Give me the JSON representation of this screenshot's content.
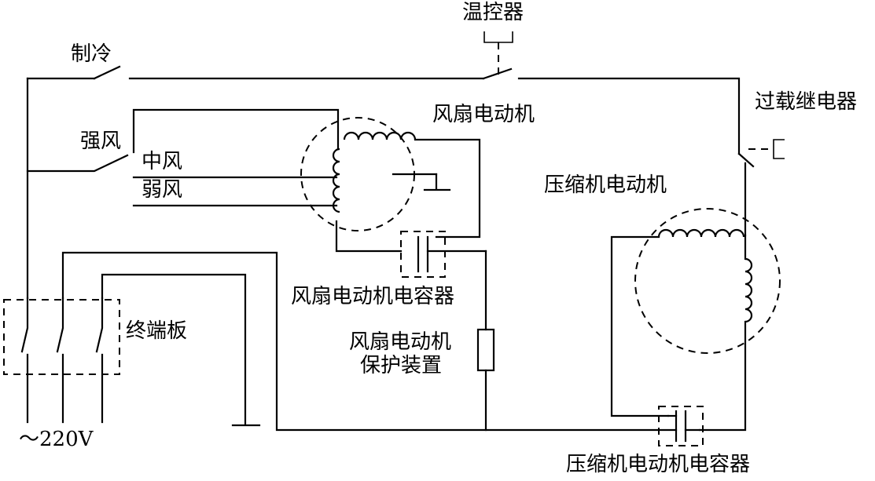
{
  "labels": {
    "cooling": "制冷",
    "thermostat": "温控器",
    "overload_relay": "过载继电器",
    "fan_motor": "风扇电动机",
    "high_speed": "强风",
    "medium_speed": "中风",
    "low_speed": "弱风",
    "compressor_motor": "压缩机电动机",
    "fan_motor_capacitor": "风扇电动机电容器",
    "fan_protector_line1": "风扇电动机",
    "fan_protector_line2": "保护装置",
    "terminal_board": "终端板",
    "supply_voltage": "～220V",
    "compressor_capacitor": "压缩机电动机电容器"
  }
}
